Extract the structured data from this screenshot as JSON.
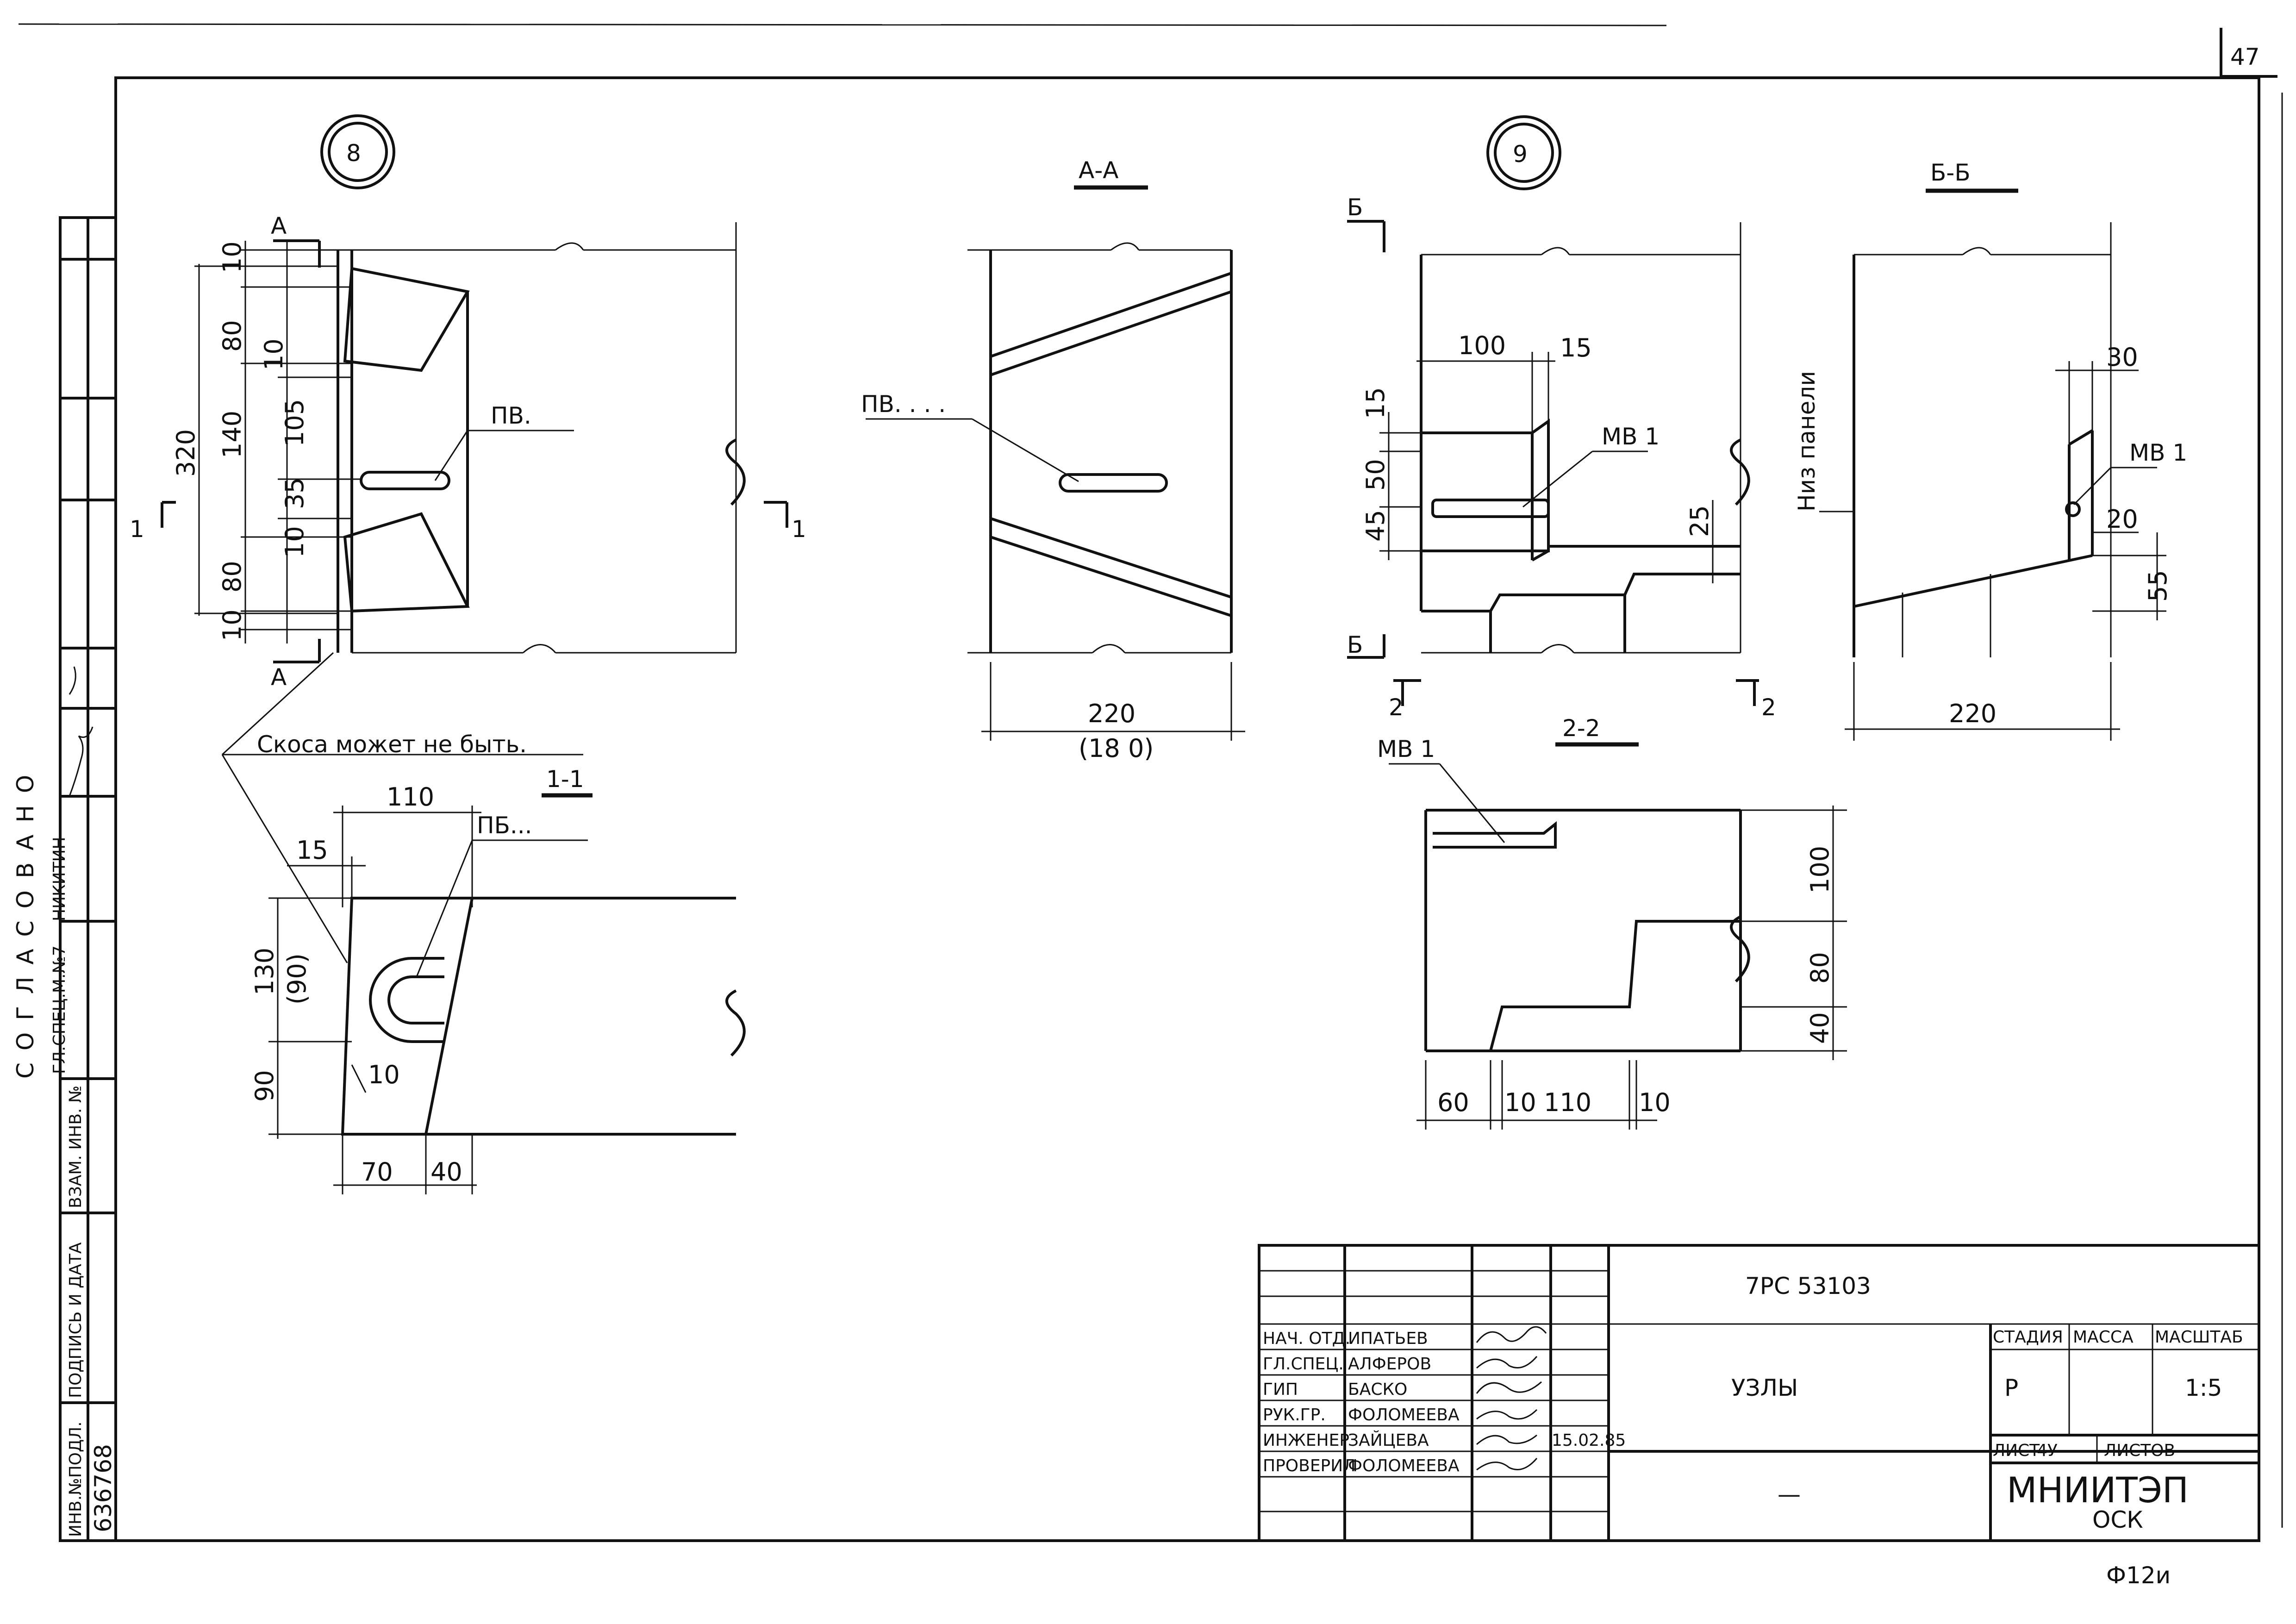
{
  "sheet_corner": "47",
  "bottom_code": "Ф12и",
  "nodes": {
    "node8": "8",
    "node9": "9"
  },
  "sections": {
    "aa": "А-А",
    "bb": "Б-Б",
    "s11": "1-1",
    "s22": "2-2"
  },
  "marks": {
    "A": "А",
    "B": "Б",
    "one": "1",
    "two": "2"
  },
  "labels": {
    "pv": "ПВ.",
    "pv_dots": "ПВ. . . .",
    "pb": "ПБ...",
    "mv1": "МВ 1",
    "niz_paneli": "Низ панели",
    "skosa": "Скоса может не быть."
  },
  "dims_node8": {
    "d10a": "10",
    "d80a": "80",
    "d10b": "10",
    "d105": "105",
    "d320": "320",
    "d140": "140",
    "d35": "35",
    "d10c": "10",
    "d80b": "80",
    "d10d": "10"
  },
  "dims_aa": {
    "w": "220",
    "w_alt": "(18 0)"
  },
  "dims_11": {
    "d110": "110",
    "d15": "15",
    "d130": "130",
    "d90alt": "(90)",
    "d90": "90",
    "d10": "10",
    "d70": "70",
    "d40": "40"
  },
  "dims_node9": {
    "d100": "100",
    "d15a": "15",
    "d15b": "15",
    "d50": "50",
    "d45": "45",
    "d25": "25"
  },
  "dims_22": {
    "d100": "100",
    "d80": "80",
    "d40": "40",
    "d60": "60",
    "d10a": "10",
    "d110": "110",
    "d10b": "10"
  },
  "dims_bb": {
    "d30": "30",
    "d20": "20",
    "d55": "55",
    "d220": "220"
  },
  "left_margin": {
    "soglasovano": "СОГЛАСОВАНО",
    "gl_spec": "ГЛ.СПЕЦ.М.№7",
    "nikitin": "НИКИТИН",
    "vzam_inv": "ВЗАМ. ИНВ. №",
    "podpis_data": "ПОДПИСЬ И ДАТА",
    "inv_podl": "ИНВ.№ПОДЛ.",
    "inv_number": "636768"
  },
  "title_block": {
    "doc_code": "7РС 53103",
    "title": "УЗЛЫ",
    "dash": "—",
    "roles": [
      "НАЧ. ОТД.",
      "ГЛ.СПЕЦ.",
      "ГИП",
      "РУК.ГР.",
      "ИНЖЕНЕР",
      "ПРОВЕРИЛ"
    ],
    "names": [
      "ИПАТЬЕВ",
      "АЛФЕРОВ",
      "БАСКО",
      "ФОЛОМЕЕВА",
      "ЗАЙЦЕВА",
      "ФОЛОМЕЕВА"
    ],
    "date": "15.02.85",
    "stage_label": "СТАДИЯ",
    "mass_label": "МАССА",
    "scale_label": "МАСШТАБ",
    "stage": "Р",
    "scale": "1:5",
    "sheet_label": "ЛИСТ",
    "sheet_num": "4У",
    "sheets_label": "ЛИСТОВ",
    "org": "МНИИТЭП",
    "dept": "ОСК"
  }
}
